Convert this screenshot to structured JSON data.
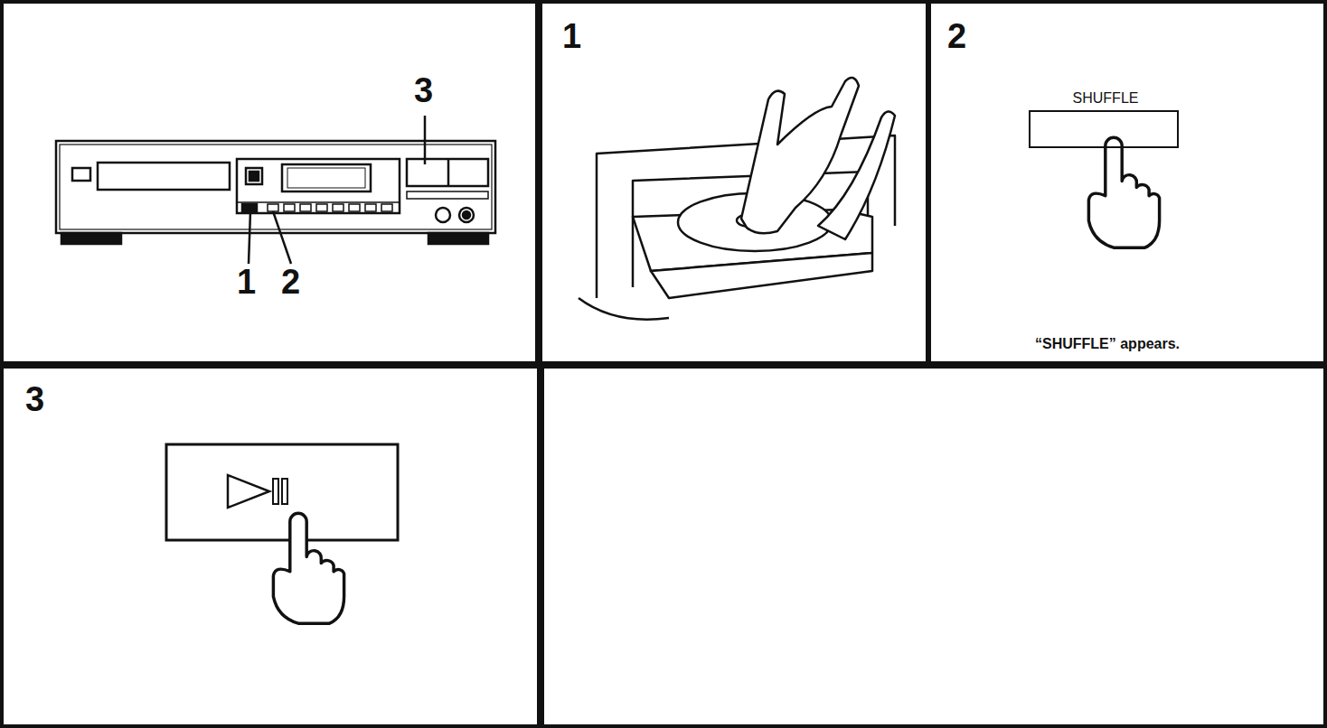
{
  "diagram": {
    "nodes": [
      {
        "text": [
          "1"
        ]
      },
      {
        "text": [
          "2",
          "“SHUFFLE” appears."
        ]
      },
      {
        "text": [
          "SHUFFLE"
        ],
        "in": 1
      },
      {
        "text": [
          "3"
        ]
      }
    ],
    "labels": [
      "3",
      "1",
      "2"
    ]
  }
}
